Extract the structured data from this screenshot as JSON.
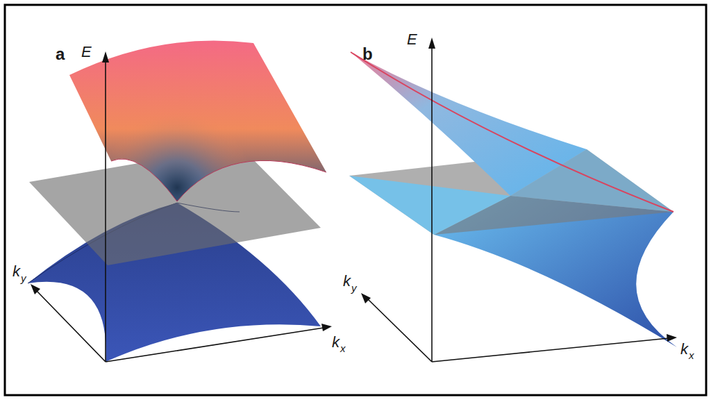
{
  "diagram": {
    "labels": [
      "a",
      "E",
      "k",
      "y",
      "k",
      "x",
      "b",
      "E",
      "k",
      "y",
      "k",
      "x"
    ]
  }
}
